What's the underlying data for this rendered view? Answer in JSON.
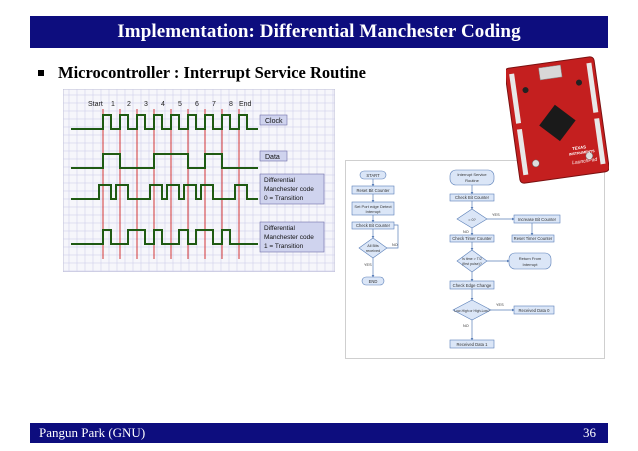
{
  "slide": {
    "title": "Implementation: Differential Manchester Coding",
    "bullet": "Microcontroller : Interrupt Service Routine",
    "footer_author": "Pangun Park (GNU)",
    "page_number": "36"
  },
  "timing_diagram": {
    "start_label": "Start",
    "end_label": "End",
    "bit_numbers": [
      "1",
      "2",
      "3",
      "4",
      "5",
      "6",
      "7",
      "8"
    ],
    "signal_labels": {
      "clock": "Clock",
      "data": "Data",
      "dm0_line1": "Differential",
      "dm0_line2": "Manchester code",
      "dm0_line3": "0 = Transition",
      "dm1_line1": "Differential",
      "dm1_line2": "Manchester code",
      "dm1_line3": "1 = Transition"
    }
  },
  "flowchart": {
    "left": {
      "start": "START",
      "reset_bit": "Reset Bit Counter",
      "set_edge_1": "Set Port edge Detect",
      "set_edge_2": "Interrupt",
      "check_bit": "Check Bit Counter",
      "all_bits_1": "All Bits",
      "all_bits_2": "received",
      "no": "NO",
      "yes": "YES",
      "end": "END"
    },
    "right": {
      "isr_1": "Interrupt Service",
      "isr_2": "Routine",
      "check_bit": "Check Bit Counter",
      "is_first": "= 0?",
      "yes": "YES",
      "no": "NO",
      "increase_bit": "Increase Bit Counter",
      "reset_timer": "Reset Timer Counter",
      "check_timer": "Check Timer Counter",
      "is_t_half_1": "Is time > T/2",
      "is_t_half_2": "(first pulse)?",
      "return_1": "Return From",
      "return_2": "Interrupt",
      "check_edge": "Check Edge Change",
      "edge_question": "Low-High or High-Low?",
      "yes2": "YES",
      "no2": "NO",
      "recv1": "Received Data 1",
      "recv0": "Received Data 0"
    }
  },
  "board": {
    "brand_1": "TEXAS",
    "brand_2": "INSTRUMENTS",
    "product": "LaunchPad"
  },
  "colors": {
    "title_bar": "#0d0d7e",
    "signal": "#1f5a12",
    "grid": "#c9c9e8",
    "divider": "#d02020",
    "pcb": "#c41f1f"
  }
}
